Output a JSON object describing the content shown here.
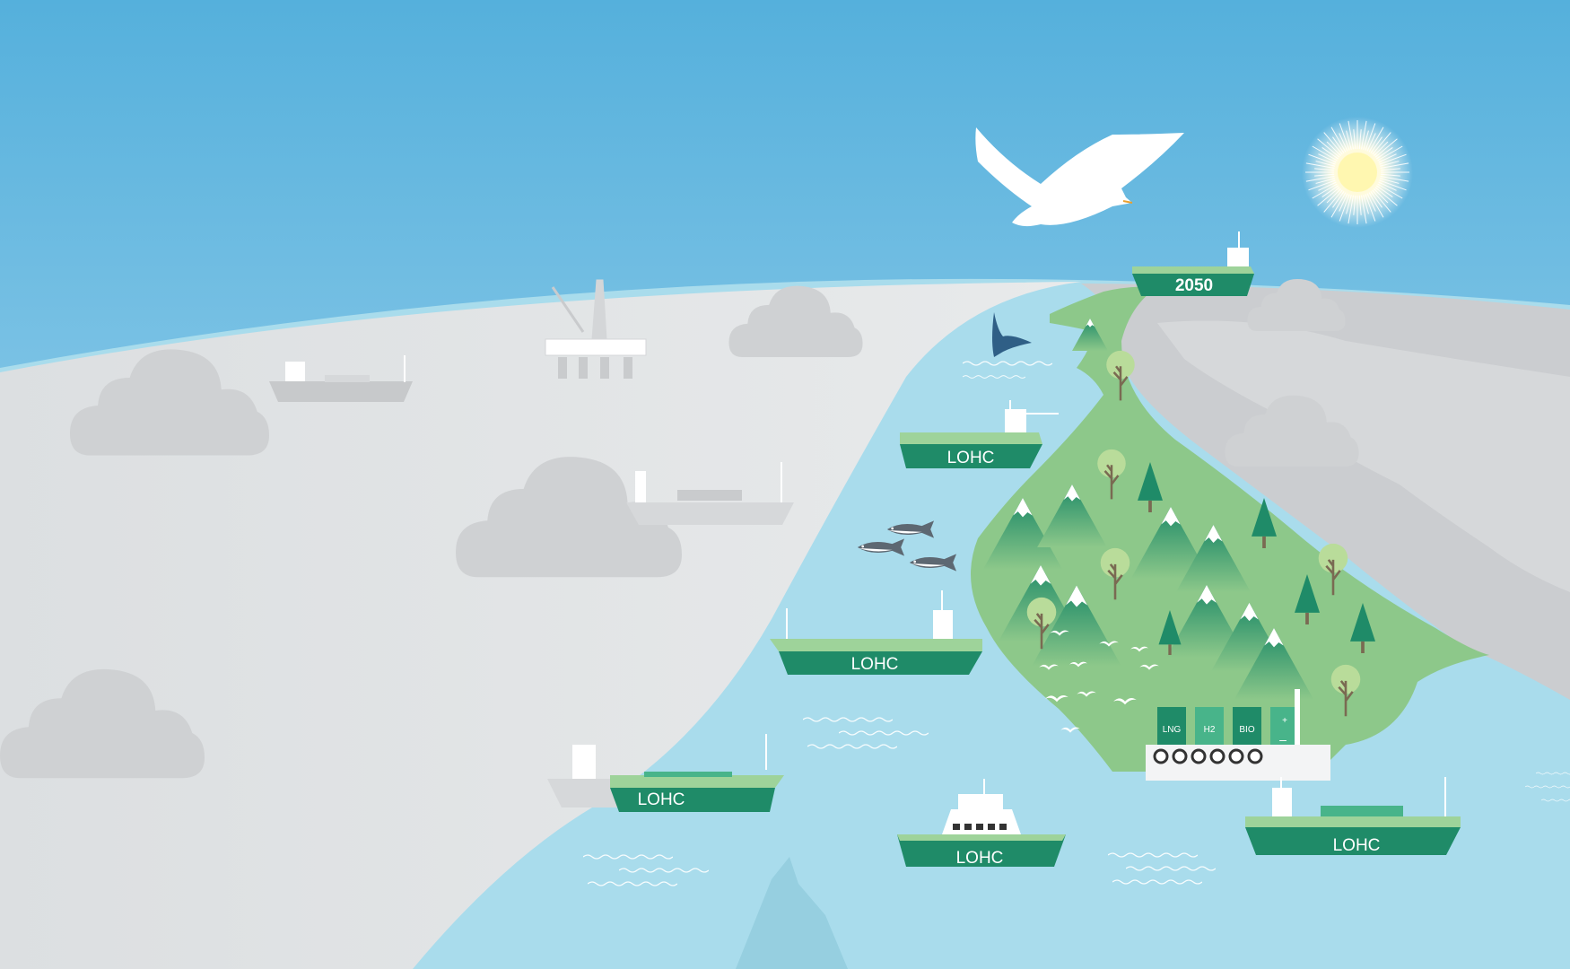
{
  "colors": {
    "sky_top": "#55b0dc",
    "sky_bottom": "#a9d8ef",
    "sea": "#a9dcec",
    "grey_land": "#e3e5e7",
    "green_land": "#8dc88a",
    "ship_green": "#1f8b68",
    "ship_light_green": "#9ed39a",
    "mountain_dark": "#2b9a6c",
    "cloud_grey": "#cfd1d3"
  },
  "ships": [
    {
      "id": "ship-2050",
      "label": "2050",
      "icon": "ship-icon"
    },
    {
      "id": "ship-lohc-1",
      "label": "LOHC",
      "icon": "ship-icon"
    },
    {
      "id": "ship-lohc-2",
      "label": "LOHC",
      "icon": "ship-icon"
    },
    {
      "id": "ship-lohc-3",
      "label": "LOHC",
      "icon": "ship-icon"
    },
    {
      "id": "ship-lohc-ferry",
      "label": "LOHC",
      "icon": "ferry-icon"
    },
    {
      "id": "ship-lohc-5",
      "label": "LOHC",
      "icon": "ship-icon"
    }
  ],
  "fuel_station": {
    "tanks": [
      {
        "label": "LNG",
        "color": "#1f8b68"
      },
      {
        "label": "H2",
        "color": "#48b48a"
      },
      {
        "label": "BIO",
        "color": "#1f8b68"
      },
      {
        "label": "+",
        "color": "#48b48a",
        "icon": "battery-icon"
      }
    ],
    "battery_minus": "–"
  },
  "icons": [
    "sun-icon",
    "seagull-icon",
    "whale-tail-icon",
    "fish-icon",
    "oil-rig-icon",
    "cloud-icon",
    "tree-icon",
    "mountain-icon"
  ]
}
